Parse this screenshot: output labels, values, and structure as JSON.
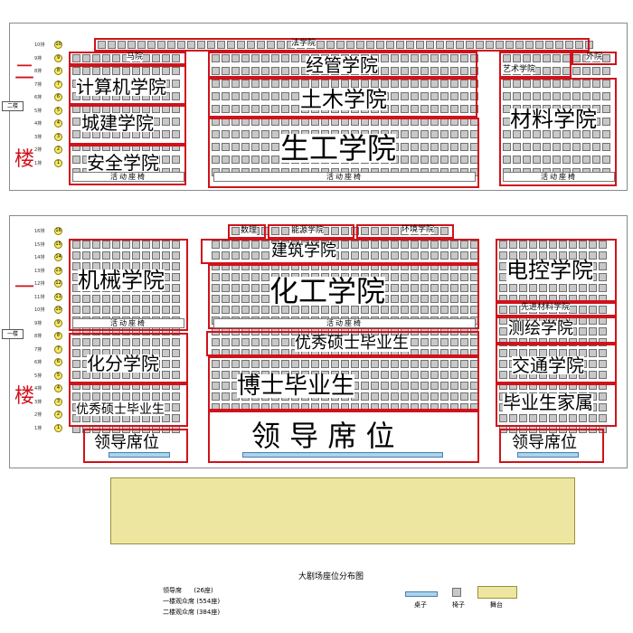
{
  "floors": {
    "upper": {
      "char_1": "二",
      "char_2": "楼",
      "side_tag": "二楼"
    },
    "lower": {
      "char_1": "一",
      "char_2": "楼",
      "side_tag": "一楼"
    }
  },
  "upper_rows": [
    "10",
    "9",
    "8",
    "7",
    "6",
    "5",
    "4",
    "3",
    "2",
    "1"
  ],
  "lower_rows": [
    "16",
    "15",
    "14",
    "13",
    "12",
    "11",
    "10",
    "9",
    "8",
    "7",
    "6",
    "5",
    "4",
    "3",
    "2",
    "1"
  ],
  "upper_zones": {
    "law": "法学院",
    "marxism": "马院",
    "computer": "计算机学院",
    "urban": "城建学院",
    "safety": "安全学院",
    "econ": "经管学院",
    "civil": "土木学院",
    "bio": "生工学院",
    "art": "艺术学院",
    "foreign": "外院",
    "material": "材料学院"
  },
  "lower_zones": {
    "math": "数理",
    "energy": "能源学院",
    "env": "环境学院",
    "arch": "建筑学院",
    "chem_eng": "化工学院",
    "mech": "机械学院",
    "elec": "电控学院",
    "adv_material": "先进材料学院",
    "survey": "测绘学院",
    "excellent_master_mid": "优秀硕士毕业生",
    "chem_ana": "化分学院",
    "transport": "交通学院",
    "excellent_master_left": "优秀硕士毕业生",
    "phd": "博士毕业生",
    "family": "毕业生家属",
    "leader_left": "领导席位",
    "leader_center": "领 导 席 位",
    "leader_right": "领导席位"
  },
  "activity_seats": "活动座椅",
  "legend": {
    "title": "大剧场座位分布图",
    "line1": "领导席      (26座)",
    "line2": "一楼观众席 (554座)",
    "line3": "二楼观众席 (384座)",
    "desk_label": "桌子",
    "chair_label": "椅子",
    "stage_label": "舞台"
  },
  "colors": {
    "zone_border": "#d0121b",
    "seat": "#c8c8c8",
    "row_circle": "#f5ea6a",
    "stage": "#ede6a0",
    "desk": "#a9d4f0"
  }
}
